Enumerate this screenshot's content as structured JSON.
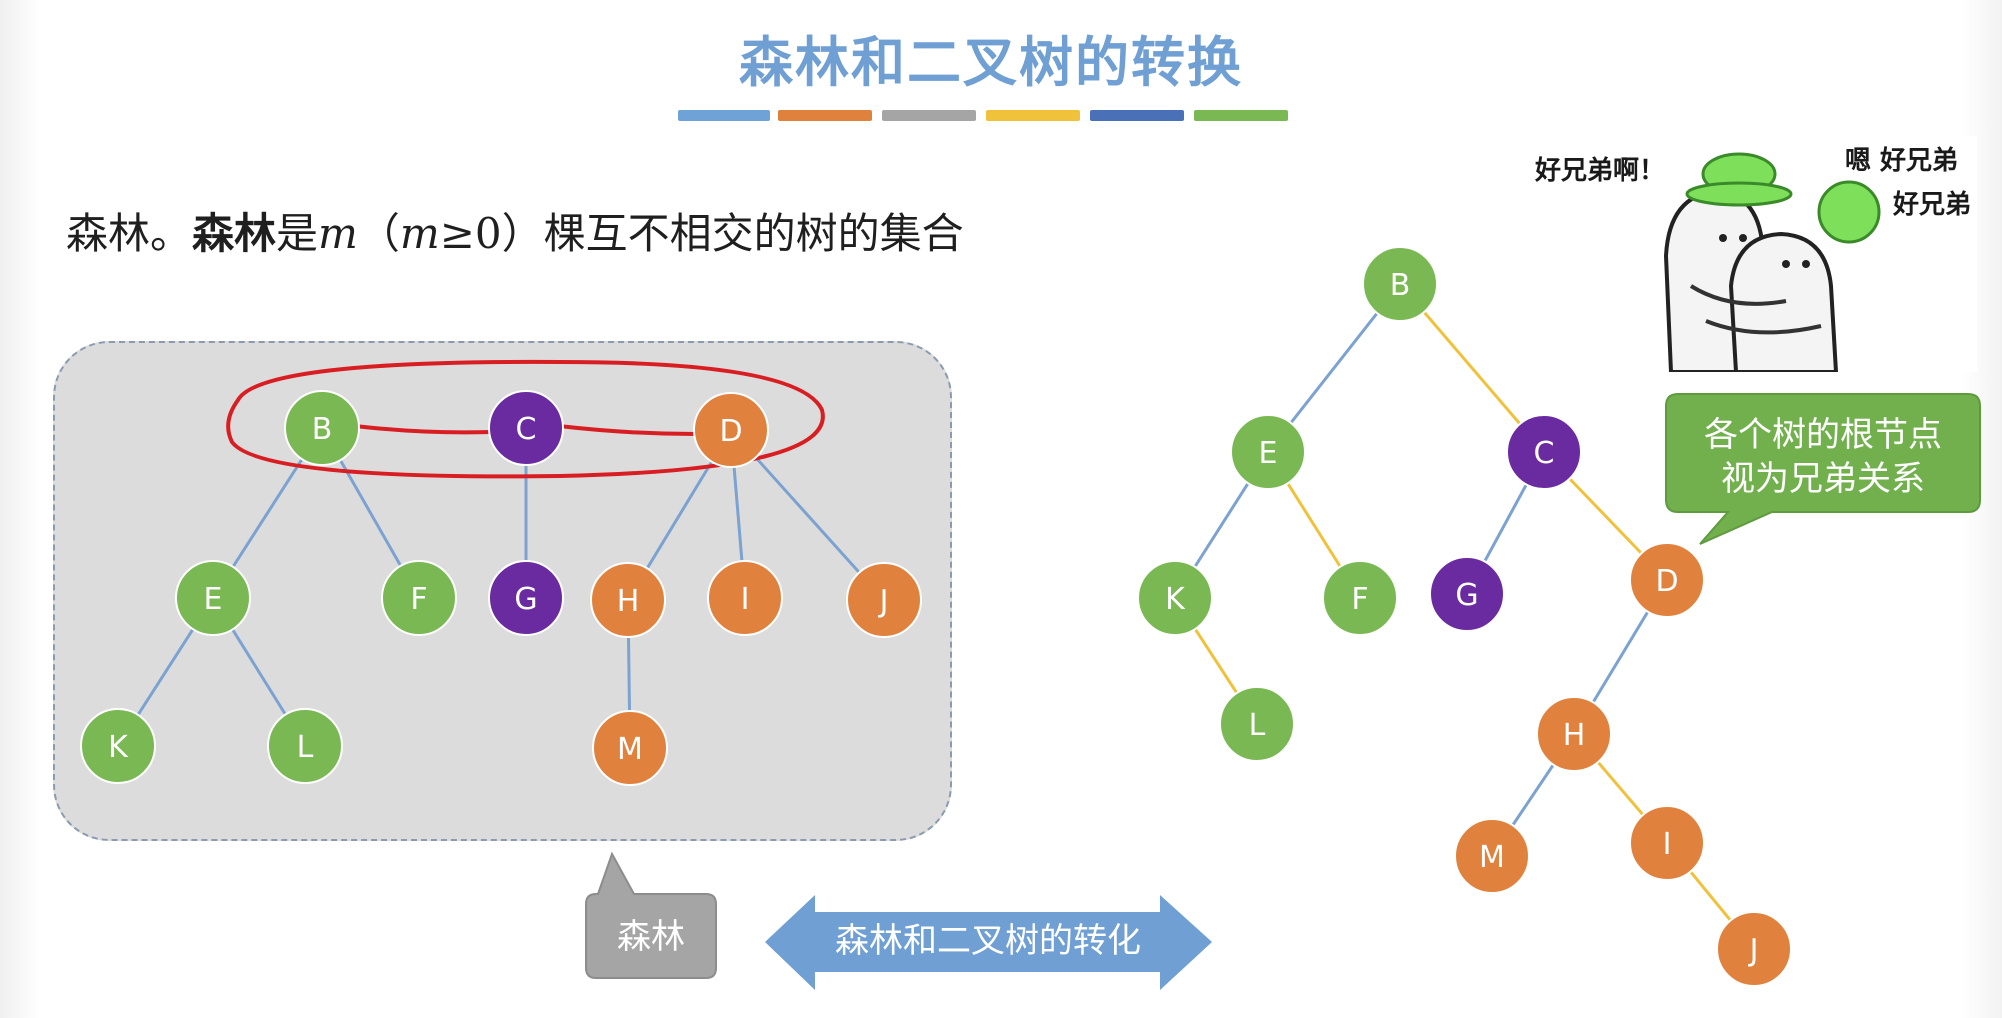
{
  "slide": {
    "title": "森林和二叉树的转换",
    "title_bar_colors": [
      "#6fa3d8",
      "#e0823d",
      "#a5a5a5",
      "#f0c23b",
      "#4a71b8",
      "#7ab854"
    ],
    "definition": {
      "prefix": "森林。",
      "keyword": "森林",
      "is": "是",
      "var1": "m",
      "paren_open": "（",
      "var2": "m",
      "cond": "≥0",
      "paren_close": "）",
      "rest": "棵互不相交的树的集合"
    },
    "forest_callout": "森林",
    "convert_arrow_label": "森林和二叉树的转化",
    "root_callout_lines": [
      "各个树的根节点",
      "视为兄弟关系"
    ],
    "meme": {
      "left_text": "好兄弟啊！",
      "right_top_text": "嗯 好兄弟",
      "right_bottom_text": "好兄弟"
    }
  },
  "colors": {
    "green": "#7ab854",
    "purple": "#6a2aa0",
    "orange": "#e0823d",
    "edge_blue": "#7ba2d1",
    "edge_yellow": "#f0c23b",
    "highlight_red": "#d81e22",
    "callout_green": "#72b04e",
    "callout_gray": "#a5a5a5",
    "arrow_blue": "#6f9fd3"
  },
  "forest": {
    "nodes": [
      {
        "id": "B",
        "color": "green"
      },
      {
        "id": "C",
        "color": "purple"
      },
      {
        "id": "D",
        "color": "orange"
      },
      {
        "id": "E",
        "color": "green"
      },
      {
        "id": "F",
        "color": "green"
      },
      {
        "id": "G",
        "color": "purple"
      },
      {
        "id": "H",
        "color": "orange"
      },
      {
        "id": "I",
        "color": "orange"
      },
      {
        "id": "J",
        "color": "orange"
      },
      {
        "id": "K",
        "color": "green"
      },
      {
        "id": "L",
        "color": "green"
      },
      {
        "id": "M",
        "color": "orange"
      }
    ],
    "edges": [
      [
        "B",
        "E"
      ],
      [
        "B",
        "F"
      ],
      [
        "E",
        "K"
      ],
      [
        "E",
        "L"
      ],
      [
        "C",
        "G"
      ],
      [
        "D",
        "H"
      ],
      [
        "D",
        "I"
      ],
      [
        "D",
        "J"
      ],
      [
        "H",
        "M"
      ]
    ],
    "root_links": [
      [
        "B",
        "C"
      ],
      [
        "C",
        "D"
      ]
    ]
  },
  "binary_tree": {
    "nodes": [
      {
        "id": "B",
        "color": "green"
      },
      {
        "id": "E",
        "color": "green"
      },
      {
        "id": "C",
        "color": "purple"
      },
      {
        "id": "K",
        "color": "green"
      },
      {
        "id": "F",
        "color": "green"
      },
      {
        "id": "G",
        "color": "purple"
      },
      {
        "id": "D",
        "color": "orange"
      },
      {
        "id": "L",
        "color": "green"
      },
      {
        "id": "H",
        "color": "orange"
      },
      {
        "id": "M",
        "color": "orange"
      },
      {
        "id": "I",
        "color": "orange"
      },
      {
        "id": "J",
        "color": "orange"
      }
    ],
    "left_edges": [
      [
        "B",
        "E"
      ],
      [
        "E",
        "K"
      ],
      [
        "C",
        "G"
      ],
      [
        "D",
        "H"
      ],
      [
        "H",
        "M"
      ]
    ],
    "right_edges": [
      [
        "B",
        "C"
      ],
      [
        "E",
        "F"
      ],
      [
        "K",
        "L"
      ],
      [
        "C",
        "D"
      ],
      [
        "H",
        "I"
      ],
      [
        "I",
        "J"
      ]
    ]
  }
}
